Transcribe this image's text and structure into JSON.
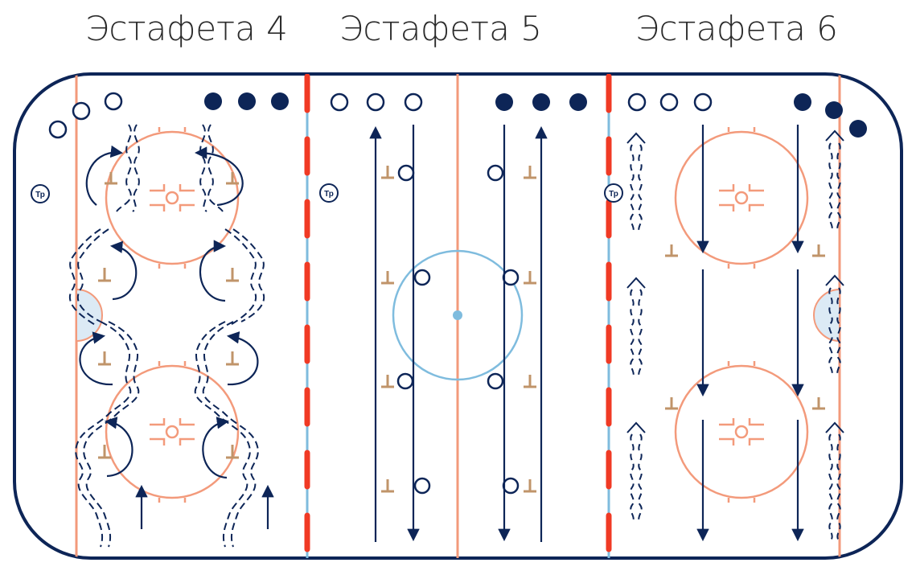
{
  "titles": [
    "Эстафета 4",
    "Эстафета 5",
    "Эстафета 6"
  ],
  "coach_label": "Тр",
  "icons": {
    "player_open": "circle-outline",
    "player_filled": "circle-filled",
    "cone": "cone-marker",
    "coach": "coach-marker"
  },
  "colors": {
    "rink_border": "#0d2557",
    "red_line": "#f03a24",
    "blue_line": "#7fbcde",
    "faceoff": "#f39a7b",
    "cone": "#c0946a",
    "crease_fill": "#dceaf5",
    "arrow": "#0d2557"
  }
}
